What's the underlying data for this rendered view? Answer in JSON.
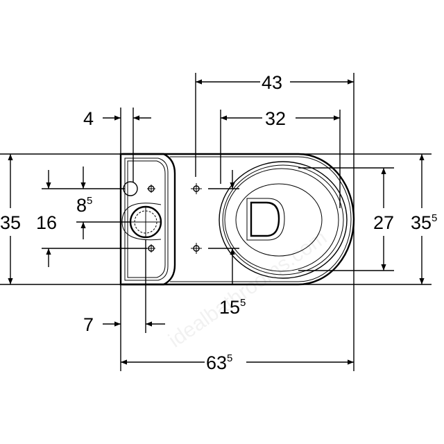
{
  "drawing": {
    "title": "Close-coupled WC top view dimensions",
    "watermark": "idealbathrooms.com",
    "dimensions": {
      "overall_width_top": "43",
      "seat_width": "32",
      "tank_offset": "4",
      "tank_depth": {
        "main": "35",
        "sup": ""
      },
      "outlet_spacing": "16",
      "valve_offset": {
        "main": "8",
        "sup": "5"
      },
      "fixing_spacing": {
        "main": "15",
        "sup": "5"
      },
      "outlet_offset": "7",
      "overall_length": {
        "main": "63",
        "sup": "5"
      },
      "bowl_inner_width": "27",
      "bowl_outer_width": {
        "main": "35",
        "sup": "5"
      }
    }
  }
}
